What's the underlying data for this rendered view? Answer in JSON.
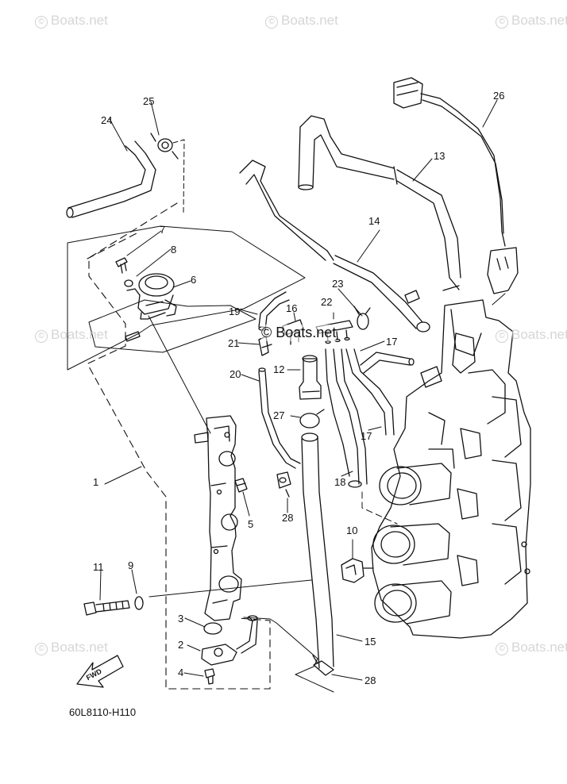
{
  "watermark": {
    "text": "Boats.net",
    "copyright_symbol": "©"
  },
  "overlay_watermark": "© Boats.net",
  "diagram_code": "60L8110-H110",
  "fwd_label": "FWD",
  "callouts": [
    {
      "id": "c1",
      "label": "1"
    },
    {
      "id": "c2",
      "label": "2"
    },
    {
      "id": "c3",
      "label": "3"
    },
    {
      "id": "c4",
      "label": "4"
    },
    {
      "id": "c5",
      "label": "5"
    },
    {
      "id": "c6",
      "label": "6"
    },
    {
      "id": "c7",
      "label": "7"
    },
    {
      "id": "c8",
      "label": "8"
    },
    {
      "id": "c9",
      "label": "9"
    },
    {
      "id": "c10",
      "label": "10"
    },
    {
      "id": "c11",
      "label": "11"
    },
    {
      "id": "c12",
      "label": "12"
    },
    {
      "id": "c13",
      "label": "13"
    },
    {
      "id": "c14",
      "label": "14"
    },
    {
      "id": "c15",
      "label": "15"
    },
    {
      "id": "c16",
      "label": "16"
    },
    {
      "id": "c17a",
      "label": "17"
    },
    {
      "id": "c17b",
      "label": "17"
    },
    {
      "id": "c18",
      "label": "18"
    },
    {
      "id": "c19",
      "label": "19"
    },
    {
      "id": "c20",
      "label": "20"
    },
    {
      "id": "c21",
      "label": "21"
    },
    {
      "id": "c22",
      "label": "22"
    },
    {
      "id": "c23",
      "label": "23"
    },
    {
      "id": "c24",
      "label": "24"
    },
    {
      "id": "c25",
      "label": "25"
    },
    {
      "id": "c26",
      "label": "26"
    },
    {
      "id": "c27a",
      "label": "27"
    },
    {
      "id": "c27b",
      "label": "27"
    },
    {
      "id": "c28",
      "label": "28"
    }
  ]
}
